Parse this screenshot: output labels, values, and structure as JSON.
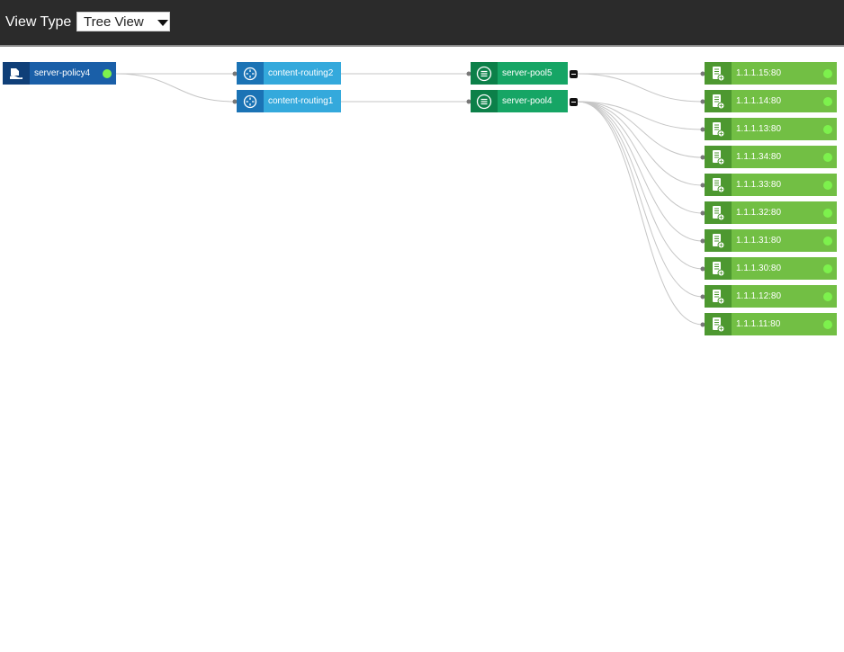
{
  "toolbar": {
    "view_type_label": "View Type",
    "view_select_value": "Tree View"
  },
  "policy": {
    "label": "server-policy4",
    "icon": "policy-icon",
    "status_color": "#7df14d"
  },
  "routings": [
    {
      "label": "content-routing2",
      "icon": "content-routing-icon"
    },
    {
      "label": "content-routing1",
      "icon": "content-routing-icon"
    }
  ],
  "pools": [
    {
      "label": "server-pool5",
      "icon": "server-pool-icon"
    },
    {
      "label": "server-pool4",
      "icon": "server-pool-icon"
    }
  ],
  "servers": [
    {
      "label": "1.1.1.15:80",
      "pool": "server-pool5"
    },
    {
      "label": "1.1.1.14:80",
      "pool": "server-pool5"
    },
    {
      "label": "1.1.1.13:80",
      "pool": "server-pool4"
    },
    {
      "label": "1.1.1.34:80",
      "pool": "server-pool4"
    },
    {
      "label": "1.1.1.33:80",
      "pool": "server-pool4"
    },
    {
      "label": "1.1.1.32:80",
      "pool": "server-pool4"
    },
    {
      "label": "1.1.1.31:80",
      "pool": "server-pool4"
    },
    {
      "label": "1.1.1.30:80",
      "pool": "server-pool4"
    },
    {
      "label": "1.1.1.12:80",
      "pool": "server-pool4"
    },
    {
      "label": "1.1.1.11:80",
      "pool": "server-pool4"
    }
  ],
  "colors": {
    "policy": "#1a5fa8",
    "routing": "#34a9dc",
    "pool": "#16a565",
    "server": "#72bf44",
    "status_up": "#7df14d"
  }
}
